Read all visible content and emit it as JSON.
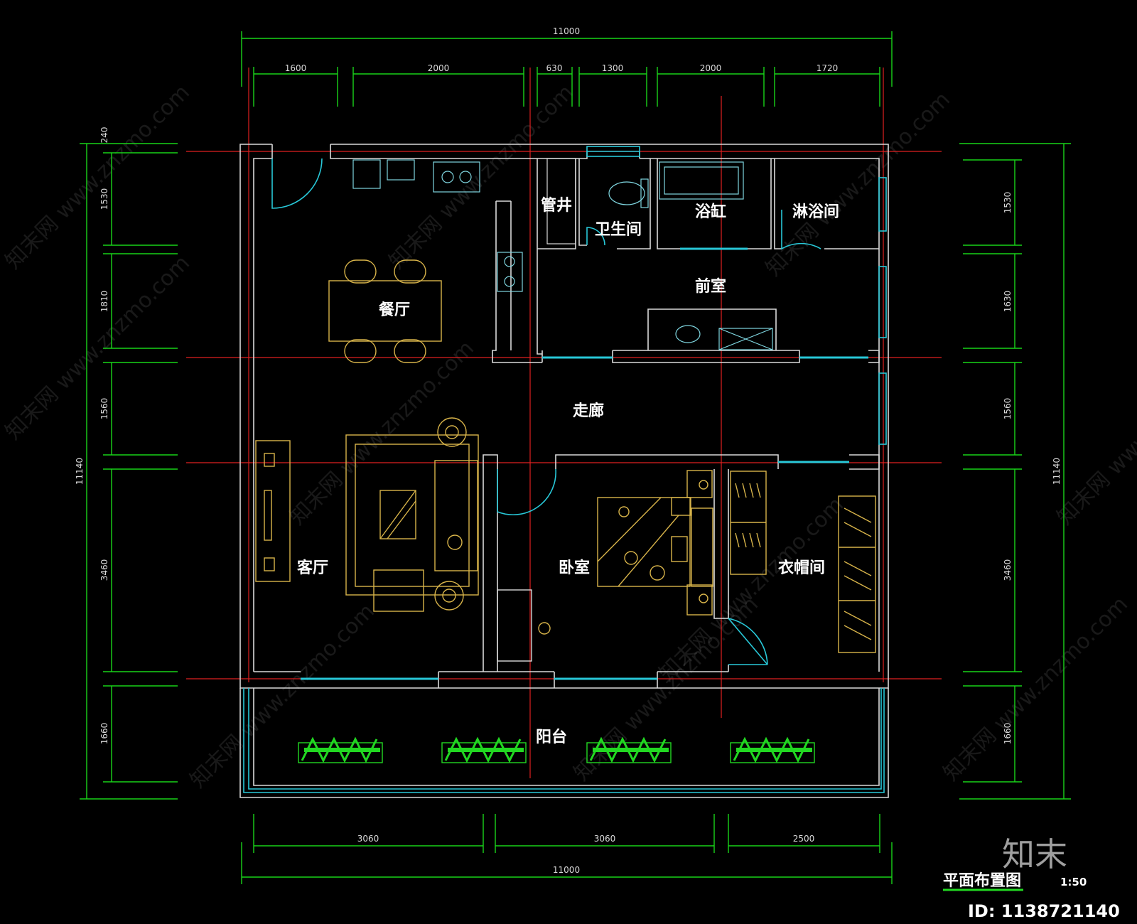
{
  "title": "平面布置图",
  "scale": "1:50",
  "id_label": "ID: 1138721140",
  "logo": "知末",
  "watermark": "知末网 www.znzmo.com",
  "colors": {
    "axis": "#e02020",
    "dimension": "#19d419",
    "wall": "#d9d9d9",
    "window": "#28c8d8",
    "furniture": "#d8b44a",
    "plant": "#22d822",
    "label": "#ffffff"
  },
  "rooms": [
    {
      "id": "guanjing",
      "label": "管井"
    },
    {
      "id": "weishengjian",
      "label": "卫生间"
    },
    {
      "id": "yugang",
      "label": "浴缸"
    },
    {
      "id": "linyujian",
      "label": "淋浴间"
    },
    {
      "id": "qianshi",
      "label": "前室"
    },
    {
      "id": "canting",
      "label": "餐厅"
    },
    {
      "id": "zoulang",
      "label": "走廊"
    },
    {
      "id": "keting",
      "label": "客厅"
    },
    {
      "id": "woshi",
      "label": "卧室"
    },
    {
      "id": "yimaojian",
      "label": "衣帽间"
    },
    {
      "id": "yangtai",
      "label": "阳台"
    }
  ],
  "dimensions": {
    "top_total": "11000",
    "top_segments": [
      "1600",
      "2000",
      "630",
      "1300",
      "2000",
      "1720"
    ],
    "bottom_total": "11000",
    "bottom_segments": [
      "3060",
      "3060",
      "2500"
    ],
    "left_total": "11140",
    "left_segments": [
      "240",
      "1530",
      "1810",
      "1560",
      "3460",
      "1660"
    ],
    "right_total": "11140",
    "right_segments": [
      "1530",
      "1630",
      "1560",
      "3460",
      "1660"
    ]
  }
}
